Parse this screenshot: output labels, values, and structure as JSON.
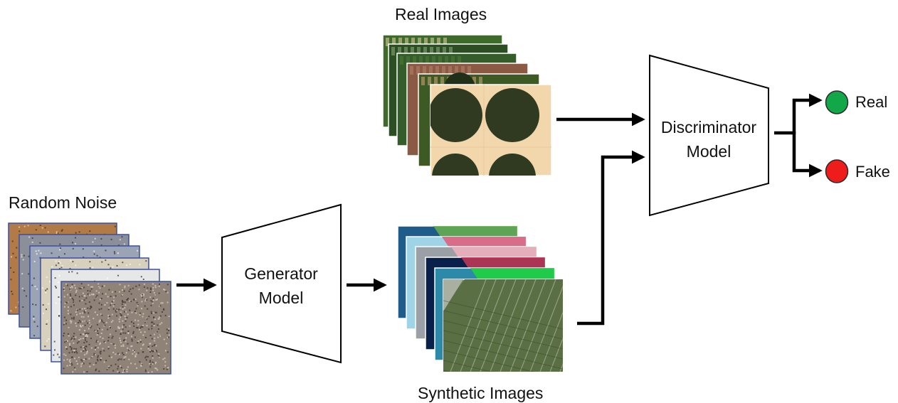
{
  "labels": {
    "real_images": "Real Images",
    "random_noise": "Random Noise",
    "synthetic_images": "Synthetic Images",
    "generator_line1": "Generator",
    "generator_line2": "Model",
    "discriminator_line1": "Discriminator",
    "discriminator_line2": "Model",
    "real": "Real",
    "fake": "Fake"
  },
  "colors": {
    "real_circle": "#12a84a",
    "fake_circle": "#ef1c1c",
    "noise_border": "#3a4fa0",
    "arrow": "#000000"
  },
  "noise_stack": [
    {
      "base": "#b27a46",
      "speck": "#f1d3a6"
    },
    {
      "base": "#8a8f99",
      "speck": "#e5e7ec"
    },
    {
      "base": "#9aa4b5",
      "speck": "#f2f4f8"
    },
    {
      "base": "#d7d0bd",
      "speck": "#faf6ec"
    },
    {
      "base": "#e6e8e8",
      "speck": "#ffffff"
    },
    {
      "base": "#8f8378",
      "speck": "#d9cfc4"
    }
  ],
  "real_stack": [
    {
      "base": "#3f6a2c",
      "accent": "#d8c9a4"
    },
    {
      "base": "#2b4f22",
      "accent": "#8aa37a"
    },
    {
      "base": "#355c2b",
      "accent": "#4b7a33"
    },
    {
      "base": "#8a5a45",
      "accent": "#b08067"
    },
    {
      "base": "#3e5a24",
      "accent": "#c7a174"
    },
    {
      "base": "#f2d6ac",
      "accent": "#2f3a20"
    }
  ],
  "synthetic_stack": [
    {
      "base": "#1f5c8a",
      "accent": "#6ab04c"
    },
    {
      "base": "#9fd3e6",
      "accent": "#e05a78"
    },
    {
      "base": "#9aa0a5",
      "accent": "#f2b0be"
    },
    {
      "base": "#08204a",
      "accent": "#c83a56"
    },
    {
      "base": "#2c8aa8",
      "accent": "#1fd63a"
    },
    {
      "base": "#6f8a55",
      "accent": "#c0c6b6"
    }
  ]
}
